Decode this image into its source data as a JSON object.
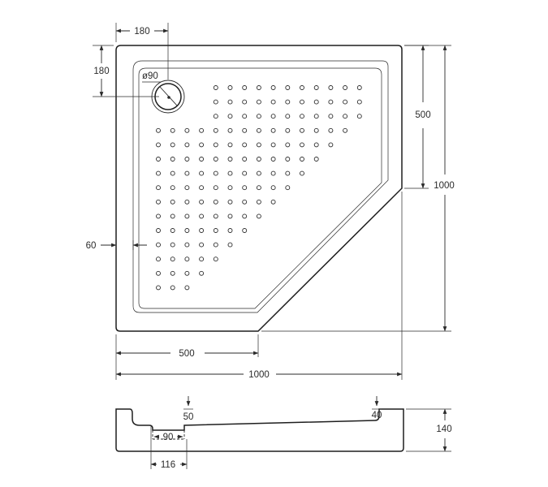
{
  "plan": {
    "dims": {
      "drain_x": "180",
      "drain_y": "180",
      "drain_diameter": "ø90",
      "side_rim": "60",
      "right_straight": "500",
      "depth_total": "1000",
      "front_straight": "500",
      "width_total": "1000"
    }
  },
  "section": {
    "dims": {
      "rim_left": "50",
      "rim_right": "40",
      "height": "140",
      "drain_width": "90",
      "drain_offset": "116"
    }
  },
  "colors": {
    "line": "#2a2a2a",
    "background": "#ffffff"
  }
}
